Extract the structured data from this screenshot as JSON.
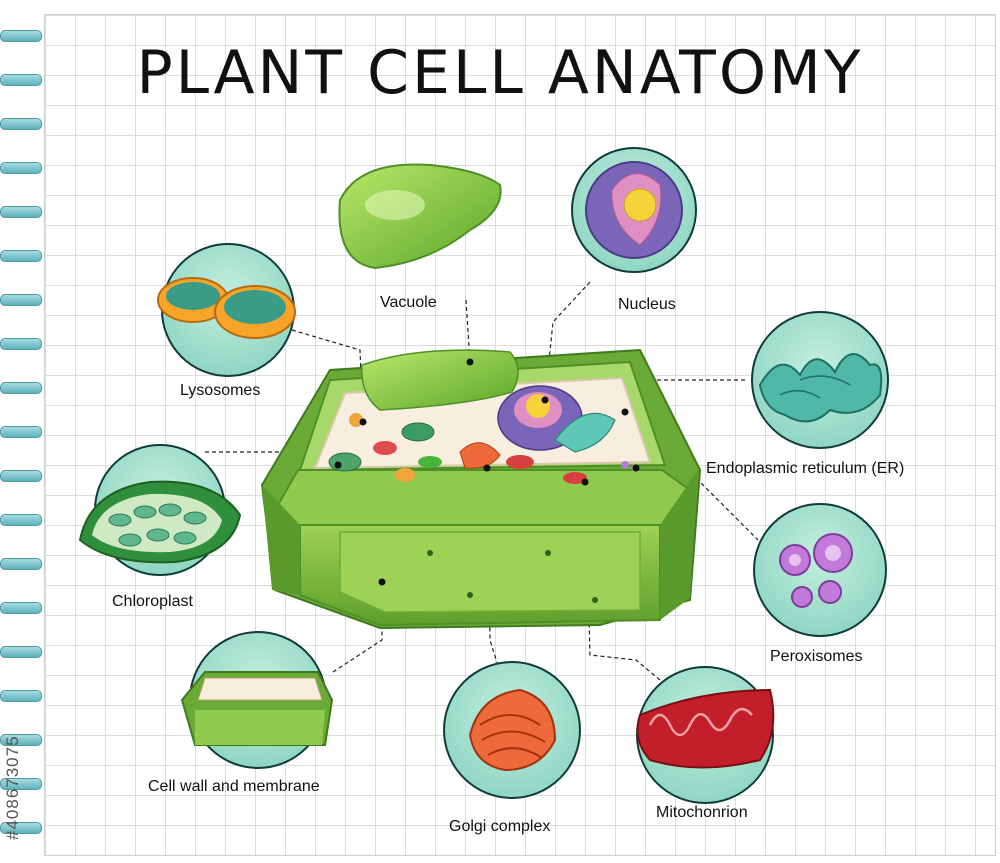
{
  "title": "PLANT CELL ANATOMY",
  "labels": {
    "vacuole": "Vacuole",
    "nucleus": "Nucleus",
    "lysosomes": "Lysosomes",
    "er": "Endoplasmic reticulum (ER)",
    "chloroplast": "Chloroplast",
    "peroxisomes": "Peroxisomes",
    "cell_wall": "Cell wall and membrane",
    "golgi": "Golgi complex",
    "mitochondrion": "Mitochonrion"
  },
  "watermark": "#408673075",
  "colors": {
    "circle_fill": "#a3e2cf",
    "circle_stroke": "#0f3b3b",
    "cell_green": "#8bc34a",
    "cell_dark": "#4f9a2c",
    "cytoplasm": "#f7eee0"
  }
}
